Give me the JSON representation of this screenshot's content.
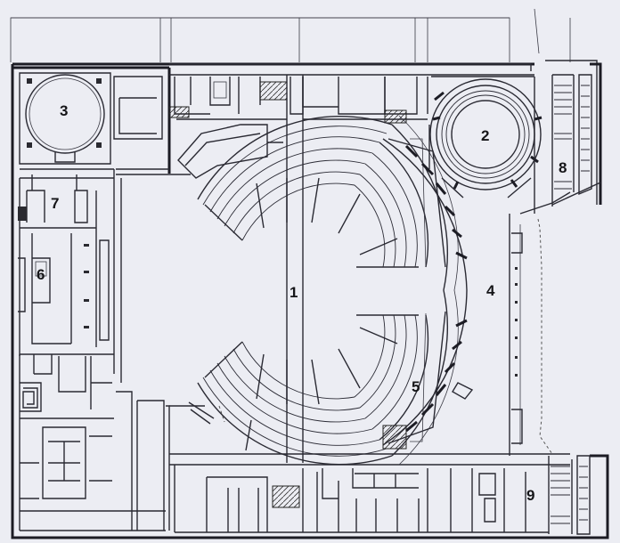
{
  "plan": {
    "labels": [
      "1",
      "2",
      "3",
      "4",
      "5",
      "6",
      "7",
      "8",
      "9"
    ]
  },
  "colors": {
    "paper": "#ecedf3",
    "ink": "#1c1c24"
  }
}
